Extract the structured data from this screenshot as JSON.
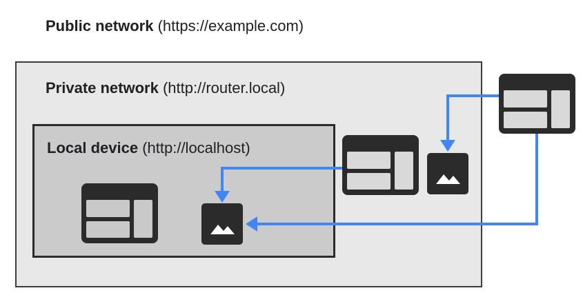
{
  "labels": {
    "public": {
      "name": "Public network",
      "url": "(https://example.com)"
    },
    "private": {
      "name": "Private network",
      "url": "(http://router.local)"
    },
    "local": {
      "name": "Local device",
      "url": "(http://localhost)"
    }
  },
  "colors": {
    "arrow": "#4285f4",
    "icon": "#2b2b2b",
    "icon_inner": "#d9d9d9"
  },
  "icons": {
    "page": "web-page-icon",
    "image": "image-icon"
  }
}
